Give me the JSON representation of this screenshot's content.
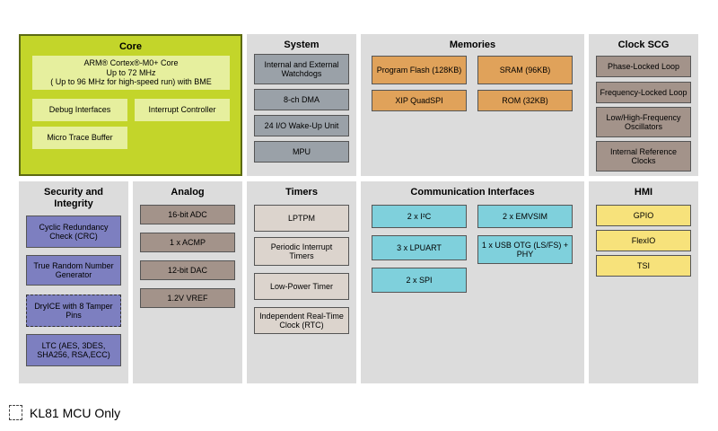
{
  "core": {
    "title": "Core",
    "cpu_line1": "ARM® Cortex®-M0+ Core",
    "cpu_line2": "Up to 72 MHz",
    "cpu_line3": "( Up to 96 MHz for high-speed run) with BME",
    "debug": "Debug Interfaces",
    "interrupt": "Interrupt Controller",
    "trace": "Micro Trace Buffer"
  },
  "system": {
    "title": "System",
    "items": [
      "Internal and External Watchdogs",
      "8-ch DMA",
      "24 I/O Wake-Up Unit",
      "MPU"
    ]
  },
  "memories": {
    "title": "Memories",
    "program_flash": "Program Flash (128KB)",
    "sram": "SRAM (96KB)",
    "xip": "XIP QuadSPI",
    "rom": "ROM (32KB)"
  },
  "clock": {
    "title": "Clock SCG",
    "items": [
      "Phase-Locked Loop",
      "Frequency-Locked Loop",
      "Low/High-Frequency Oscillators",
      "Internal Reference Clocks"
    ]
  },
  "security": {
    "title": "Security and Integrity",
    "items": [
      "Cyclic Redundancy Check (CRC)",
      "True Random Number Generator",
      "DryICE with 8 Tamper Pins",
      "LTC (AES, 3DES, SHA256, RSA,ECC)"
    ]
  },
  "analog": {
    "title": "Analog",
    "items": [
      "16-bit ADC",
      "1 x ACMP",
      "12-bit DAC",
      "1.2V VREF"
    ]
  },
  "timers": {
    "title": "Timers",
    "items": [
      "LPTPM",
      "Periodic Interrupt Timers",
      "Low-Power Timer",
      "Independent Real-Time Clock (RTC)"
    ]
  },
  "comm": {
    "title": "Communication Interfaces",
    "i2c": "2 x I²C",
    "emvsim": "2 x EMVSIM",
    "lpuart": "3 x LPUART",
    "usb": "1 x USB OTG (LS/FS) + PHY",
    "spi": "2 x SPI"
  },
  "hmi": {
    "title": "HMI",
    "items": [
      "GPIO",
      "FlexIO",
      "TSI"
    ]
  },
  "legend": {
    "text": "KL81 MCU Only"
  },
  "colors": {
    "core": "#c3d52a",
    "system": "#9aa1a8",
    "memory": "#e0a25a",
    "clock": "#a3938a",
    "security": "#7d7fc0",
    "communication": "#7fd0dc",
    "hmi": "#f7e27b"
  }
}
